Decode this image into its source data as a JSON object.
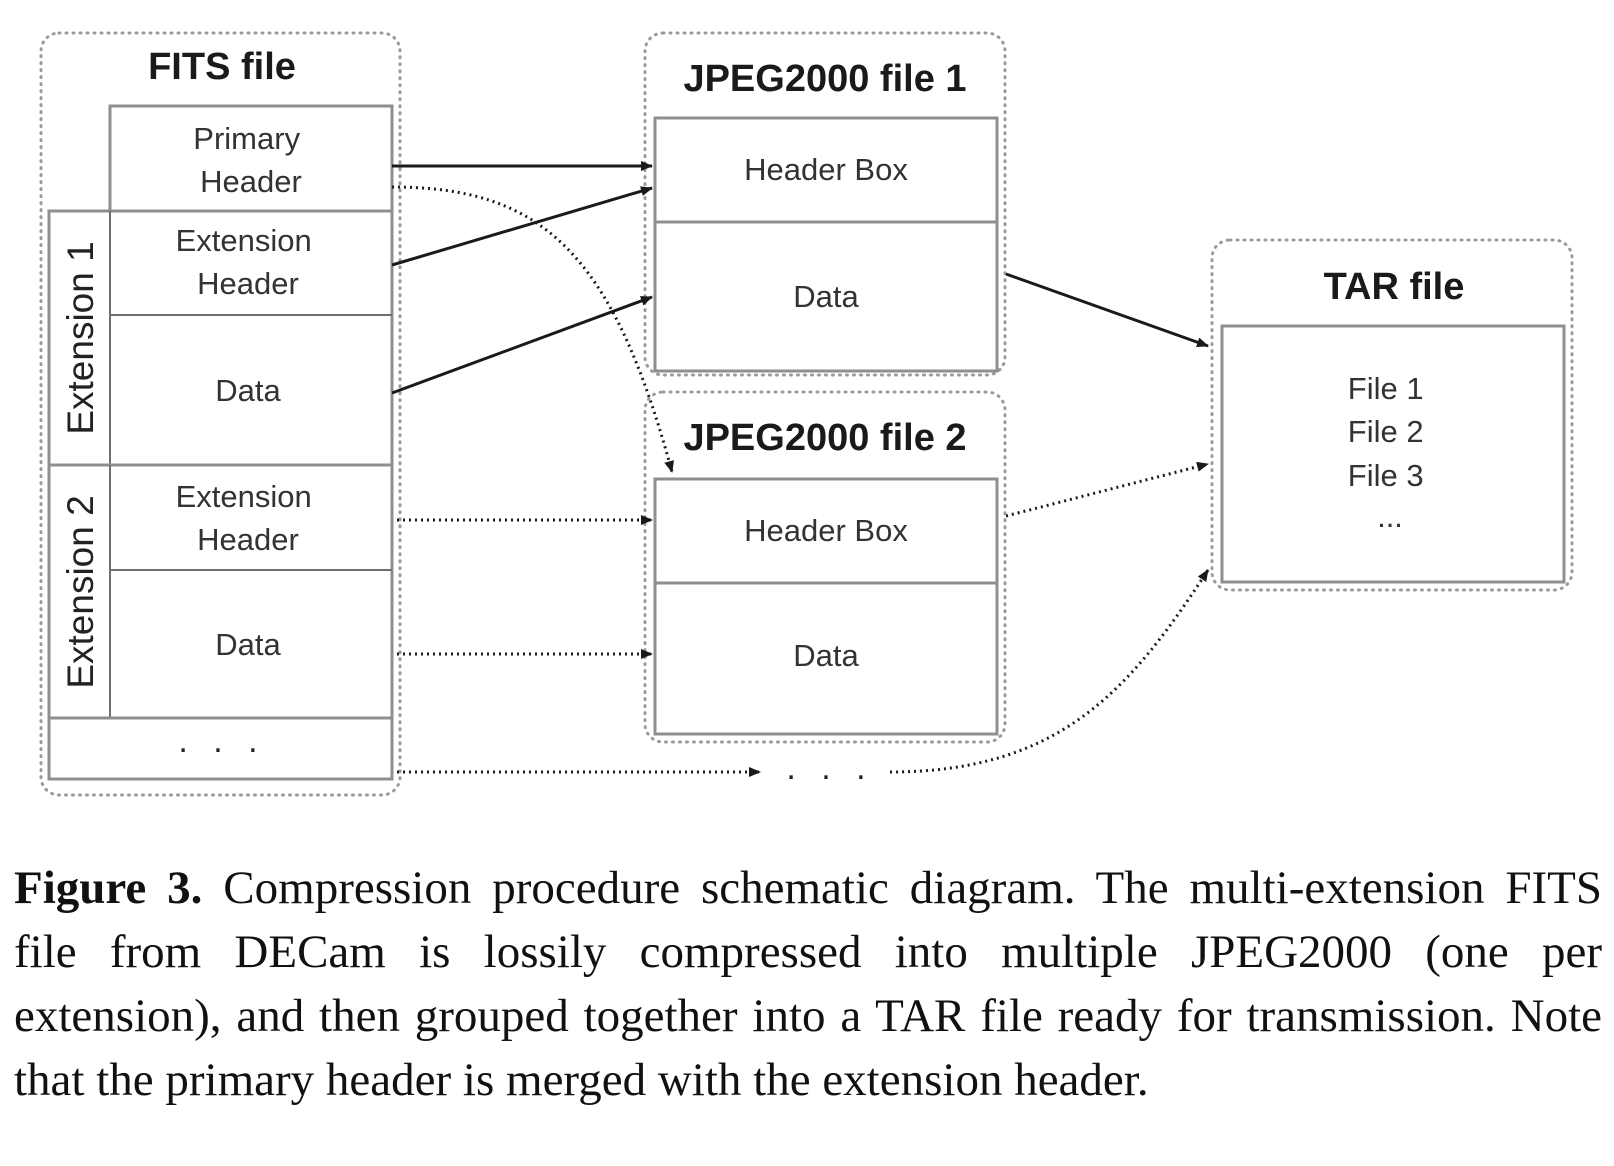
{
  "fits": {
    "title": "FITS file",
    "primary_header": [
      "Primary",
      "Header"
    ],
    "extension1": {
      "label": "Extension 1",
      "header": [
        "Extension",
        "Header"
      ],
      "data": "Data"
    },
    "extension2": {
      "label": "Extension 2",
      "header": [
        "Extension",
        "Header"
      ],
      "data": "Data"
    },
    "more": ". . ."
  },
  "jpeg1": {
    "title": "JPEG2000 file 1",
    "header_box": "Header Box",
    "data": "Data"
  },
  "jpeg2": {
    "title": "JPEG2000 file 2",
    "header_box": "Header Box",
    "data": "Data"
  },
  "more_outputs": ". . .",
  "tar": {
    "title": "TAR file",
    "files": [
      "File 1",
      "File 2",
      "File 3",
      "..."
    ]
  },
  "caption": {
    "label": "Figure 3.",
    "text": "Compression procedure schematic diagram. The multi-extension FITS file from DECam is lossily compressed into multiple JPEG2000 (one per extension), and then grouped together into a TAR file ready for transmission. Note that the primary header is merged with the extension header."
  }
}
